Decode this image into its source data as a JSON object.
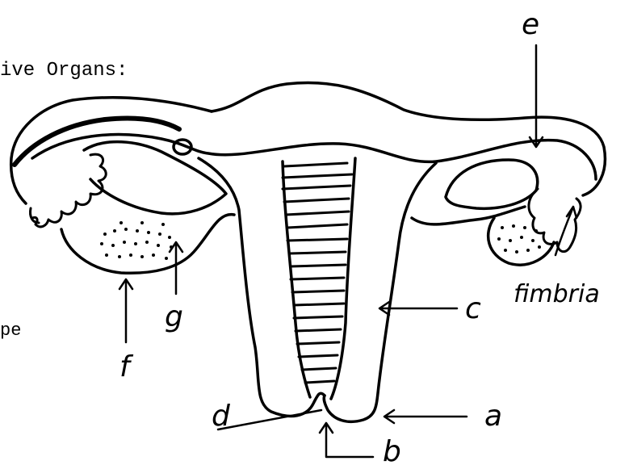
{
  "heading": "ive Organs:",
  "side_fragment": "pe",
  "labels": {
    "a": "a",
    "b": "b",
    "c": "c",
    "d": "d",
    "e": "e",
    "f": "f",
    "g": "g",
    "fimbria": "fimbria"
  },
  "colors": {
    "ink": "#000000",
    "paper": "#ffffff"
  }
}
